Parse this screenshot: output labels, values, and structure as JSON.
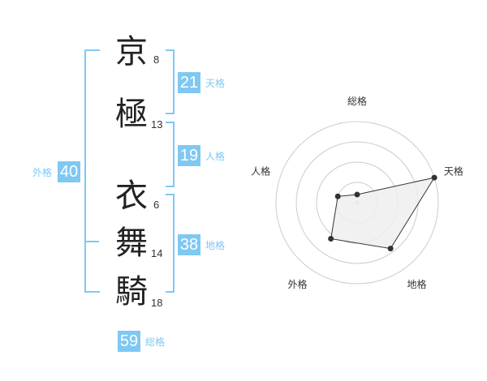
{
  "name": {
    "characters": [
      {
        "char": "京",
        "strokes": "8"
      },
      {
        "char": "極",
        "strokes": "13"
      },
      {
        "char": "衣",
        "strokes": "6"
      },
      {
        "char": "舞",
        "strokes": "14"
      },
      {
        "char": "騎",
        "strokes": "18"
      }
    ]
  },
  "fortune": {
    "tenkaku": {
      "value": "21",
      "label": "天格"
    },
    "jinkaku": {
      "value": "19",
      "label": "人格"
    },
    "chikaku": {
      "value": "38",
      "label": "地格"
    },
    "gaikaku": {
      "value": "40",
      "label": "外格"
    },
    "soukaku": {
      "value": "59",
      "label": "総格"
    }
  },
  "radar": {
    "axes": [
      "総格",
      "天格",
      "地格",
      "外格",
      "人格"
    ],
    "values": [
      0.1,
      1.0,
      0.7,
      0.55,
      0.25
    ],
    "fill_color": "#eeeeee",
    "line_color": "#333333",
    "ring_color": "#cccccc"
  },
  "colors": {
    "accent": "#7fc8f2",
    "text": "#222222"
  }
}
